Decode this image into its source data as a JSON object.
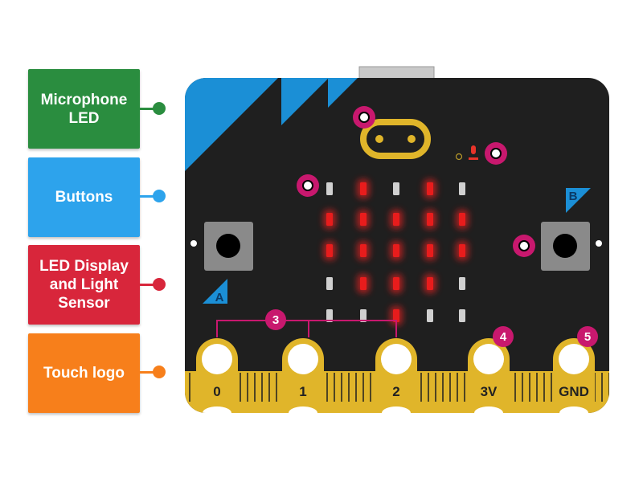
{
  "labels": [
    {
      "text": "Microphone LED",
      "color": "#2a8d3f"
    },
    {
      "text": "Buttons",
      "color": "#2da3ec"
    },
    {
      "text": "LED Display and Light Sensor",
      "color": "#d8263b"
    },
    {
      "text": "Touch logo",
      "color": "#f77f1b"
    }
  ],
  "board": {
    "button_a": "A",
    "button_b": "B",
    "pins": [
      "0",
      "1",
      "2",
      "3V",
      "GND"
    ],
    "pin_group_numbers": [
      "3",
      "4",
      "5"
    ],
    "led_pattern": [
      [
        0,
        1,
        0,
        1,
        0
      ],
      [
        1,
        1,
        1,
        1,
        1
      ],
      [
        1,
        1,
        1,
        1,
        1
      ],
      [
        0,
        1,
        1,
        1,
        0
      ],
      [
        0,
        0,
        1,
        0,
        0
      ]
    ],
    "colors": {
      "board": "#1f1f1f",
      "accent": "#1b8fd6",
      "gold": "#e0b52a",
      "led_on": "#e81c1c",
      "marker": "#c8186e"
    }
  }
}
